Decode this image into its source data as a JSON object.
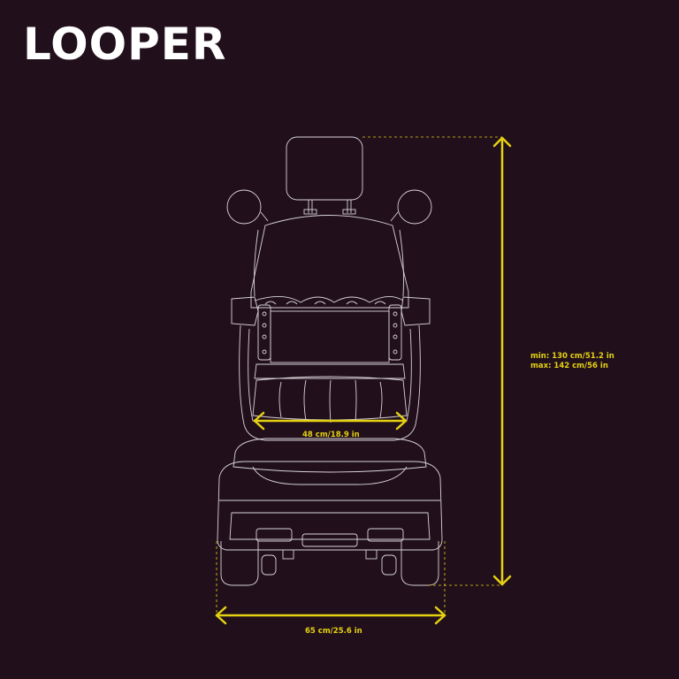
{
  "title": "LOOPER",
  "colors": {
    "background": "#21101b",
    "line_art": "#d9d2d8",
    "dimension": "#e5d112",
    "title": "#ffffff"
  },
  "dimensions": {
    "height": {
      "line1": "min: 130 cm/51.2 in",
      "line2": "max: 142 cm/56 in"
    },
    "seat_width": "48 cm/18.9 in",
    "overall_width": "65 cm/25.6 in"
  }
}
